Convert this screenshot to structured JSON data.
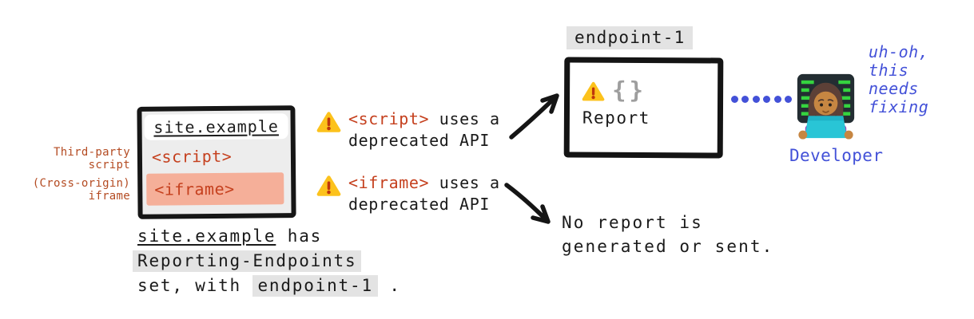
{
  "colors": {
    "code_red": "#c5401e",
    "side_label_red": "#b44b22",
    "iframe_highlight": "#f5af99",
    "chip_gray": "#e3e3e3",
    "window_gray": "#ededed",
    "ink_black": "#161616",
    "accent_blue": "#4351d8",
    "warning_yellow": "#fcc21c",
    "warning_exclaim": "#bf360c",
    "braces_gray": "#9e9e9e"
  },
  "side_labels": {
    "third_party": {
      "line1": "Third-party",
      "line2": "script"
    },
    "cross_origin": {
      "line1": "(Cross-origin)",
      "line2": "iframe"
    }
  },
  "site_window": {
    "url": "site.example",
    "script_tag": "<script>",
    "iframe_tag": "<iframe>"
  },
  "caption": {
    "site": "site.example",
    "text_has": "has",
    "header_chip": "Reporting-Endpoints",
    "text_set_with": "set, with",
    "endpoint_chip": "endpoint-1",
    "period": "."
  },
  "warnings": [
    {
      "tag": "<script>",
      "line1_rest": "uses a",
      "line2": "deprecated API"
    },
    {
      "tag": "<iframe>",
      "line1_rest": "uses a",
      "line2": "deprecated API"
    }
  ],
  "endpoint": {
    "label": "endpoint-1",
    "braces": "{}",
    "report_label": "Report"
  },
  "no_report": {
    "line1": "No report is",
    "line2": "generated or sent."
  },
  "developer": {
    "label": "Developer",
    "thought_lines": [
      "uh-oh,",
      "this",
      "needs",
      "fixing"
    ]
  }
}
